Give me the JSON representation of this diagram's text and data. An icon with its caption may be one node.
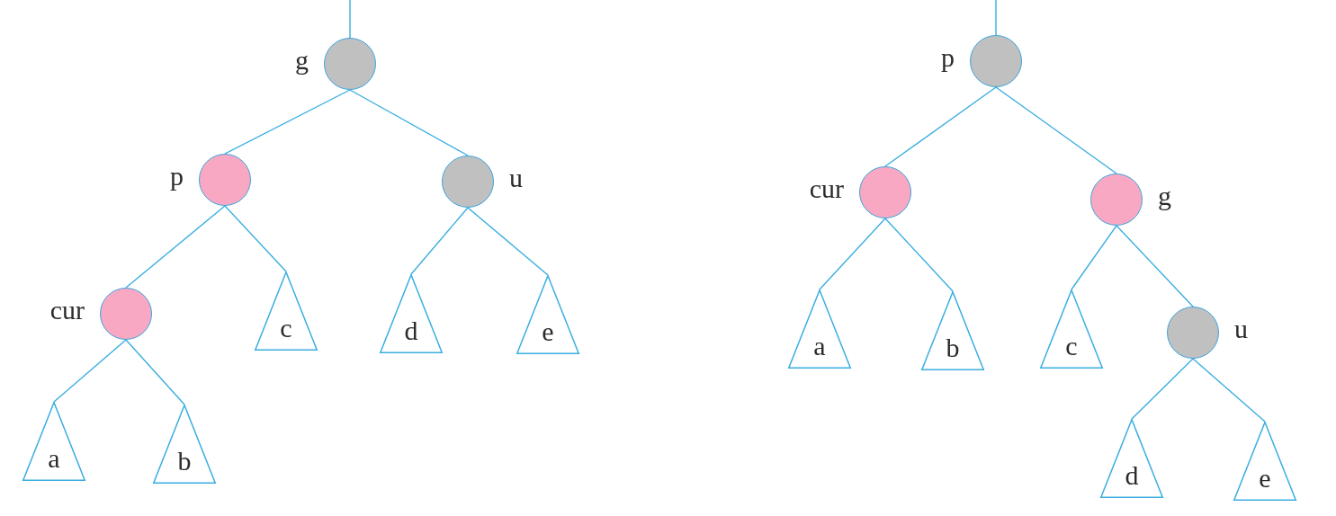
{
  "diagram": {
    "nodes": [
      {
        "text": [],
        "shape": "circle",
        "beside": [
          "g"
        ]
      },
      {
        "text": [],
        "shape": "circle",
        "beside": [
          "p"
        ]
      },
      {
        "text": [],
        "shape": "circle",
        "beside": [
          "u"
        ]
      },
      {
        "text": [],
        "shape": "circle",
        "beside": [
          "cur"
        ]
      },
      {
        "text": [
          "c"
        ]
      },
      {
        "text": [
          "d"
        ]
      },
      {
        "text": [
          "e"
        ]
      },
      {
        "text": [
          "a"
        ]
      },
      {
        "text": [
          "b"
        ]
      },
      {
        "text": [],
        "shape": "circle",
        "beside": [
          "p"
        ]
      },
      {
        "text": [],
        "shape": "circle",
        "beside": [
          "cur"
        ]
      },
      {
        "text": [],
        "shape": "circle",
        "beside": [
          "g"
        ]
      },
      {
        "text": [
          "a"
        ]
      },
      {
        "text": [
          "b"
        ]
      },
      {
        "text": [
          "c"
        ]
      },
      {
        "text": [],
        "shape": "circle",
        "beside": [
          "u"
        ]
      },
      {
        "text": [
          "d"
        ]
      },
      {
        "text": [
          "e"
        ]
      }
    ],
    "edges": [
      {
        "from": null,
        "to": 0,
        "arrow": "none"
      },
      {
        "from": 0,
        "to": 1,
        "arrow": "none"
      },
      {
        "from": 0,
        "to": 2,
        "arrow": "none"
      },
      {
        "from": 1,
        "to": 3,
        "arrow": "none"
      },
      {
        "from": 1,
        "to": 4,
        "arrow": "none"
      },
      {
        "from": 2,
        "to": 5,
        "arrow": "none"
      },
      {
        "from": 2,
        "to": 6,
        "arrow": "none"
      },
      {
        "from": 3,
        "to": 7,
        "arrow": "none"
      },
      {
        "from": 3,
        "to": 8,
        "arrow": "none"
      },
      {
        "from": null,
        "to": 9,
        "arrow": "none"
      },
      {
        "from": 9,
        "to": 10,
        "arrow": "none"
      },
      {
        "from": 9,
        "to": 11,
        "arrow": "none"
      },
      {
        "from": 10,
        "to": 12,
        "arrow": "none"
      },
      {
        "from": 10,
        "to": 13,
        "arrow": "none"
      },
      {
        "from": 11,
        "to": 14,
        "arrow": "none"
      },
      {
        "from": 11,
        "to": 15,
        "arrow": "none"
      },
      {
        "from": 15,
        "to": 16,
        "arrow": "none"
      },
      {
        "from": 15,
        "to": 17,
        "arrow": "none"
      }
    ]
  }
}
